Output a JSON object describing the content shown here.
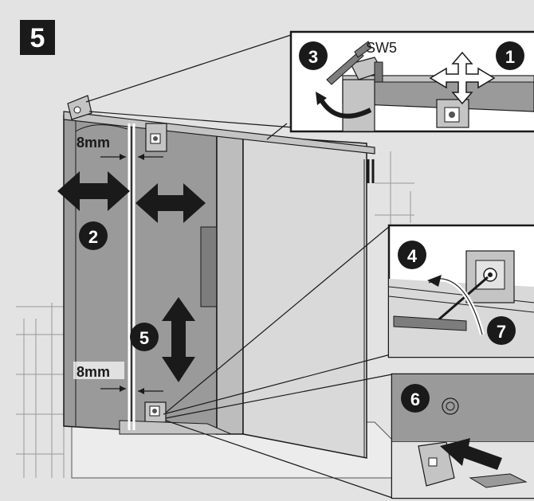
{
  "step": {
    "number": "5"
  },
  "callouts": {
    "c1": "1",
    "c2": "2",
    "c3": "3",
    "c4": "4",
    "c5": "5",
    "c6": "6",
    "c7": "7"
  },
  "labels": {
    "wrench_size": "SW5",
    "gap_top": "8mm",
    "gap_bottom": "8mm"
  },
  "colors": {
    "background": "#e3e3e3",
    "panel_dark": "#9a9a9a",
    "glass": "#d9d9d9",
    "outline": "#1a1a1a",
    "inset_bg": "#c4c4c4"
  }
}
